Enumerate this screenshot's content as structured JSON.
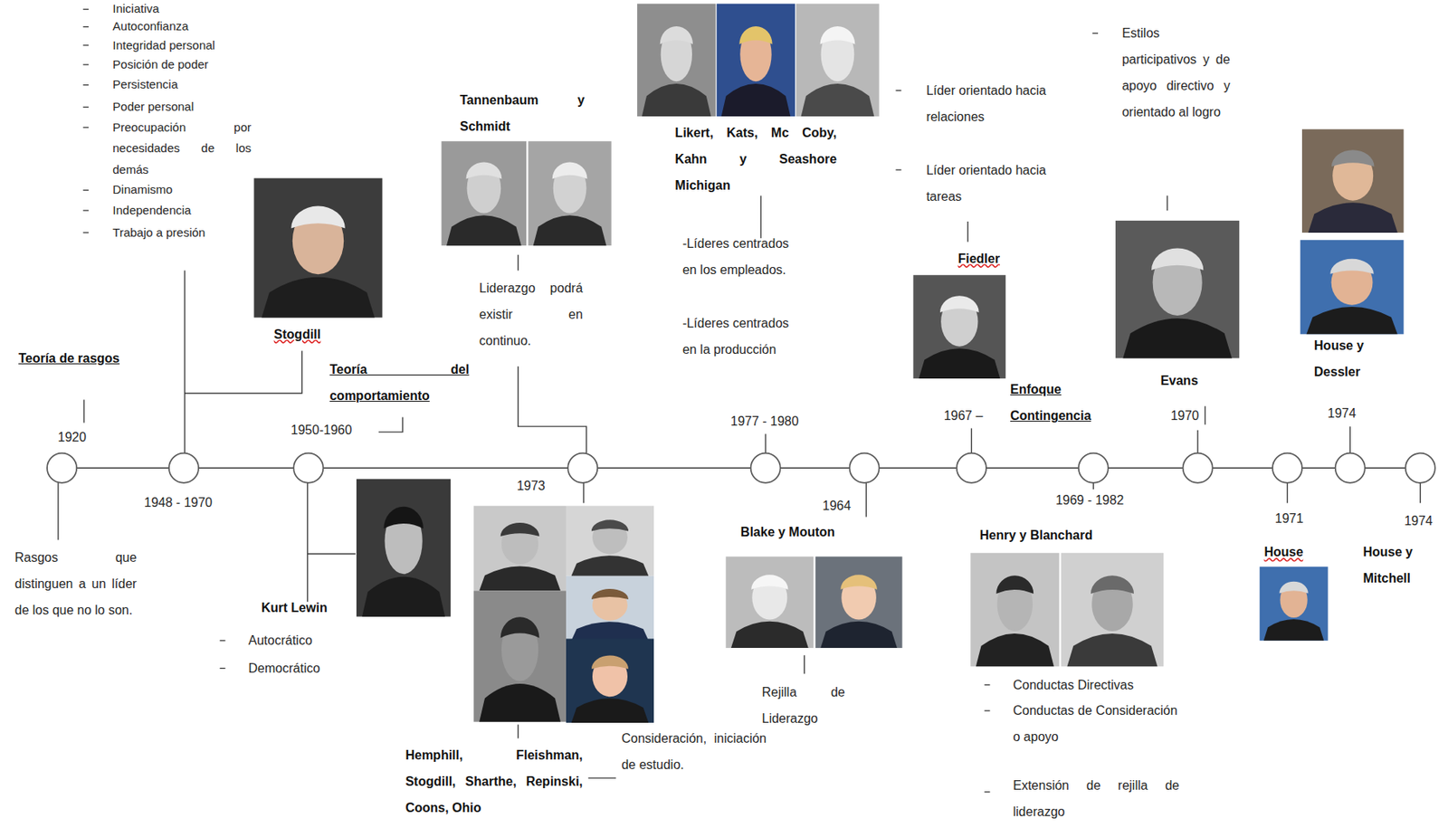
{
  "diagram": {
    "labels": [
      "Iniciativa",
      "Autoconfianza",
      "Integridad personal",
      "Posición de poder",
      "Persistencia",
      "Poder personal",
      "Preocupación por necesidades de los demás",
      "Dinamismo",
      "Independencia",
      "Trabajo a presión",
      "Teoría de rasgos",
      "1920",
      "Rasgos que distinguen a un líder de los que no lo son.",
      "Stogdill",
      "1948 - 1970",
      "Teoría del comportamiento",
      "1950-1960",
      "Kurt Lewin",
      "Autocrático",
      "Democrático",
      "Tannenbaum y Schmidt",
      "Liderazgo podrá existir en continuo.",
      "1973",
      "Hemphill, Fleishman, Stogdill, Sharthe, Repinski, Coons, Ohio",
      "Consideración, iniciación de estudio.",
      "Likert, Kats, Mc Coby, Kahn y Seashore Michigan",
      "-Líderes centrados en los empleados.",
      "-Líderes centrados en la producción",
      "1977 - 1980",
      "1964",
      "Blake y Mouton",
      "Rejilla de Liderazgo",
      "Líder orientado hacia relaciones",
      "Líder orientado hacia tareas",
      "Fiedler",
      "1967 –",
      "Enfoque Contingencia",
      "1969 - 1982",
      "Henry y Blanchard",
      "Conductas Directivas",
      "Conductas de Consideración o apoyo",
      "Extensión de rejilla de liderazgo",
      "Estilos participativos y de apoyo directivo y orientado al logro",
      "Evans",
      "1970",
      "1971",
      "House",
      "House y Dessler",
      "1974",
      "House y Mitchell",
      "1974"
    ]
  }
}
